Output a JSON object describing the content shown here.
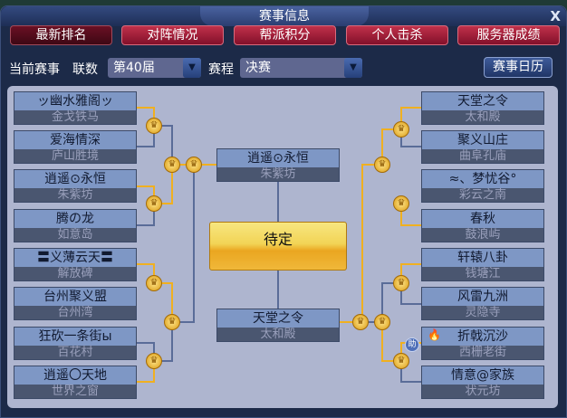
{
  "window": {
    "title": "赛事信息",
    "close": "X"
  },
  "tabs": [
    {
      "label": "最新排名"
    },
    {
      "label": "对阵情况"
    },
    {
      "label": "帮派积分"
    },
    {
      "label": "个人击杀"
    },
    {
      "label": "服务器成绩"
    }
  ],
  "filters": {
    "current": "当前赛事",
    "season_label": "联数",
    "season_value": "第40届",
    "stage_label": "赛程",
    "stage_value": "决赛",
    "calendar": "赛事日历"
  },
  "left": [
    {
      "name": "ッ幽水雅阁ッ",
      "server": "金戈铁马"
    },
    {
      "name": "爱海情深",
      "server": "庐山胜境"
    },
    {
      "name": "逍遥⊙永恒",
      "server": "朱紫坊"
    },
    {
      "name": "腾の龙",
      "server": "如意岛"
    },
    {
      "name": "〓义薄云天〓",
      "server": "解放碑"
    },
    {
      "name": "台州聚义盟",
      "server": "台州湾"
    },
    {
      "name": "狂砍一条街ы",
      "server": "百花村"
    },
    {
      "name": "逍遥〇天地",
      "server": "世界之窗"
    }
  ],
  "right": [
    {
      "name": "天堂之令",
      "server": "太和殿"
    },
    {
      "name": "聚义山庄",
      "server": "曲阜孔庙"
    },
    {
      "name": "≈、梦忧谷°",
      "server": "彩云之南"
    },
    {
      "name": "春秋",
      "server": "鼓浪屿"
    },
    {
      "name": "轩辕八卦",
      "server": "钱塘江"
    },
    {
      "name": "风雷九洲",
      "server": "灵隐寺"
    },
    {
      "name": "折戟沉沙",
      "server": "西栅老街"
    },
    {
      "name": "情意@家族",
      "server": "状元坊"
    }
  ],
  "final": {
    "top": {
      "name": "逍遥⊙永恒",
      "server": "朱紫坊"
    },
    "bottom": {
      "name": "天堂之令",
      "server": "太和殿"
    },
    "result": "待定"
  },
  "help_badge": "助",
  "colors": {
    "win_line": "#f0b020",
    "lose_line": "#5a6c98"
  }
}
